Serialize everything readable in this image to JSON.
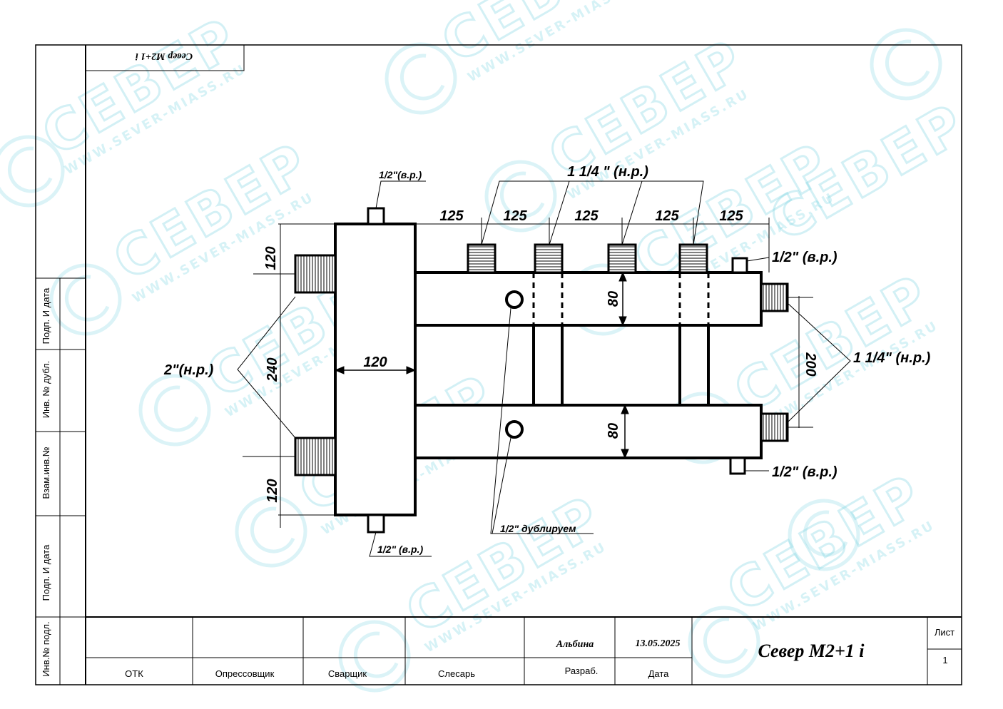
{
  "watermark": {
    "brand": "СЕВЕР",
    "url": "WWW.SEVER-MIASS.RU",
    "color": "#6fd1df"
  },
  "drawing": {
    "header_box_text": "Север М2+1 i",
    "labels": {
      "top_port": "1/2\"(в.р.)",
      "bottom_port": "1/2\" (в.р.)",
      "outlets_top": "1 1/4 \" (н.р.)",
      "right_top_port": "1/2\" (в.р.)",
      "right_bottom_port": "1/2\" (в.р.)",
      "right_outlets": "1 1/4\" (н.р.)",
      "left_inlets": "2\"(н.р.)",
      "duplicate_note": "1/2\" дублируем"
    },
    "dimensions": {
      "spacing_1": "125",
      "spacing_2": "125",
      "spacing_3": "125",
      "spacing_4": "125",
      "spacing_5": "125",
      "left_top": "120",
      "left_mid": "240",
      "left_bottom": "120",
      "body_width": "120",
      "pipe_top_height": "80",
      "pipe_bottom_height": "80",
      "right_spacing": "200"
    }
  },
  "side_stamps": {
    "s1": "Подп. И дата",
    "s2": "Инв. № дубл.",
    "s3": "Взам.инв.№",
    "s4": "Подп. И дата",
    "s5": "Инв.№ подл."
  },
  "title_block": {
    "otk": "ОТК",
    "presser": "Опрессовщик",
    "welder": "Сварщик",
    "fitter": "Слесарь",
    "developer_name": "Альбина",
    "developer_role": "Разраб.",
    "date_value": "13.05.2025",
    "date_label": "Дата",
    "title": "Север М2+1 i",
    "sheet_label": "Лист",
    "sheet_number": "1"
  }
}
